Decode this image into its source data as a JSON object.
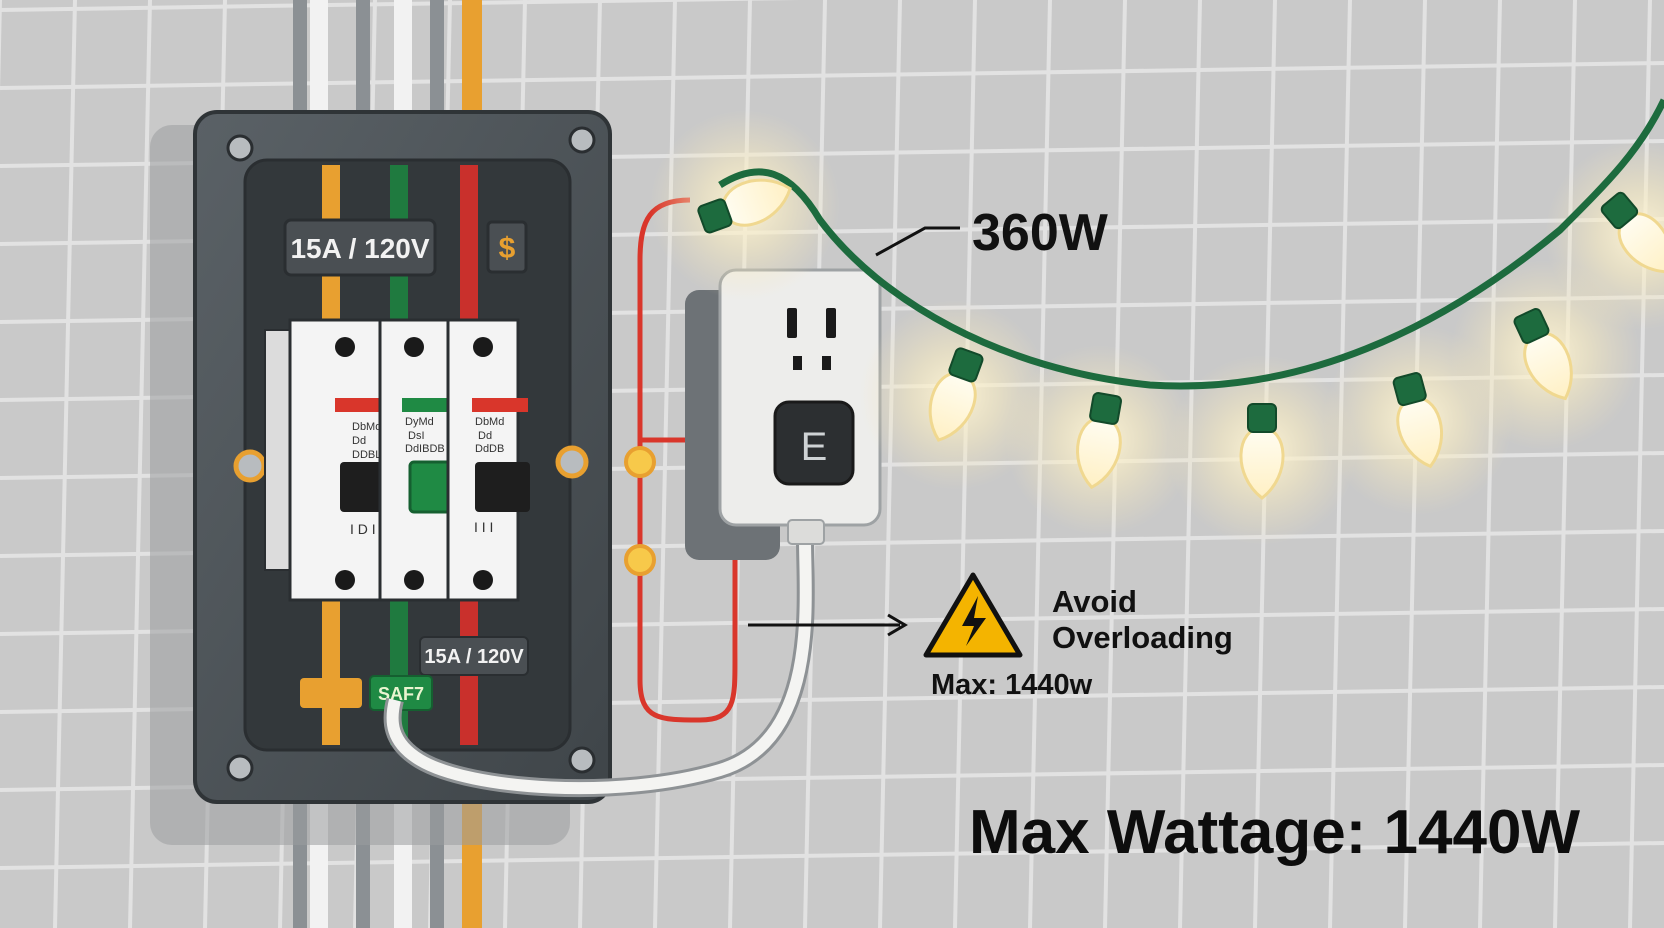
{
  "panel": {
    "rating_label_top": "15A / 120V",
    "dollar_icon_label": "$",
    "rating_label_bottom": "15A / 120V",
    "safety_tag": "SAF7",
    "breakers": [
      {
        "name": "breaker-left",
        "stripe_color": "#d9362b",
        "text_line_1": "DbMd",
        "text_line_2": "Dd",
        "text_line_3": "DDBL",
        "bottom_text": "I D I"
      },
      {
        "name": "breaker-middle",
        "stripe_color": "#1f8a44",
        "text_line_1": "DyMd",
        "text_line_2": "DsI",
        "text_line_3": "DdIBDB",
        "bottom_text": ""
      },
      {
        "name": "breaker-right",
        "stripe_color": "#d9362b",
        "text_line_1": "DbMd",
        "text_line_2": "Dd",
        "text_line_3": "DdDB",
        "bottom_text": "I I I"
      }
    ]
  },
  "outlet": {
    "button_label": "E"
  },
  "lights": {
    "power_label": "360W"
  },
  "warning": {
    "title_line_1": "Avoid",
    "title_line_2": "Overloading",
    "max_label": "Max: 1440w",
    "icon": "warning-triangle-icon"
  },
  "footer": {
    "max_wattage": "Max Wattage: 1440W"
  },
  "colors": {
    "wall": "#c9c9c9",
    "panel_frame": "#4b5257",
    "wire_orange": "#e8a030",
    "wire_green": "#1f7a3f",
    "wire_red": "#c9302c",
    "light_string": "#1d6b3e",
    "bulb_glow": "#fff3c8",
    "warning_yellow": "#f4b400"
  }
}
